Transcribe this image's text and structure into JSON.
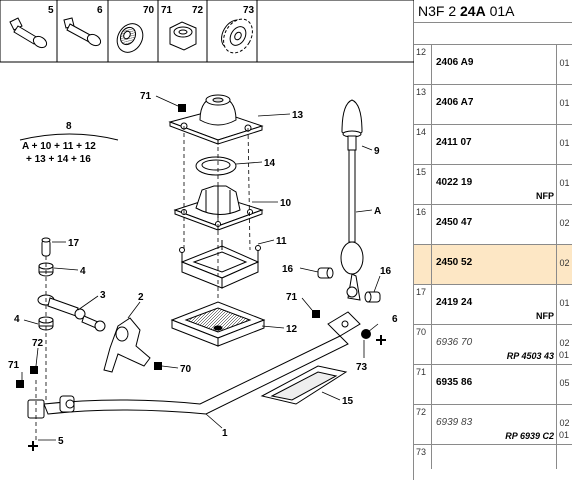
{
  "header": {
    "prefix": "N3F 2 ",
    "bold": "24A",
    "suffix": " 01A"
  },
  "strip_labels": [
    "5",
    "6",
    "70",
    "71",
    "72",
    "73"
  ],
  "callouts": [
    "71",
    "13",
    "9",
    "14",
    "10",
    "A",
    "11",
    "17",
    "4",
    "16",
    "16",
    "3",
    "2",
    "71",
    "12",
    "4",
    "6",
    "72",
    "73",
    "70",
    "71",
    "15",
    "1",
    "5"
  ],
  "formula": {
    "number": "8",
    "line1": "A + 10 + 11 + 12",
    "line2": "+ 13 + 14 + 16"
  },
  "rows": [
    {
      "idx": "12",
      "ref": "2406 A9",
      "sub": "",
      "qty": "01",
      "qty2": "",
      "hl": false,
      "italic": false
    },
    {
      "idx": "13",
      "ref": "2406 A7",
      "sub": "",
      "qty": "01",
      "qty2": "",
      "hl": false,
      "italic": false
    },
    {
      "idx": "14",
      "ref": "2411 07",
      "sub": "",
      "qty": "01",
      "qty2": "",
      "hl": false,
      "italic": false
    },
    {
      "idx": "15",
      "ref": "4022 19",
      "sub": "NFP",
      "qty": "01",
      "qty2": "",
      "hl": false,
      "italic": false
    },
    {
      "idx": "16",
      "ref": "2450 47",
      "sub": "",
      "qty": "02",
      "qty2": "",
      "hl": false,
      "italic": false
    },
    {
      "idx": "",
      "ref": "2450 52",
      "sub": "",
      "qty": "02",
      "qty2": "",
      "hl": true,
      "italic": false
    },
    {
      "idx": "17",
      "ref": "2419 24",
      "sub": "NFP",
      "qty": "01",
      "qty2": "",
      "hl": false,
      "italic": false
    },
    {
      "idx": "70",
      "ref": "6936 70",
      "sub": "RP 4503 43",
      "qty": "02",
      "qty2": "01",
      "hl": false,
      "italic": true
    },
    {
      "idx": "71",
      "ref": "6935 86",
      "sub": "",
      "qty": "05",
      "qty2": "",
      "hl": false,
      "italic": false
    },
    {
      "idx": "72",
      "ref": "6939 83",
      "sub": "RP 6939 C2",
      "qty": "02",
      "qty2": "01",
      "hl": false,
      "italic": true
    },
    {
      "idx": "73",
      "ref": "",
      "sub": "",
      "qty": "",
      "qty2": "",
      "hl": false,
      "italic": false
    }
  ]
}
